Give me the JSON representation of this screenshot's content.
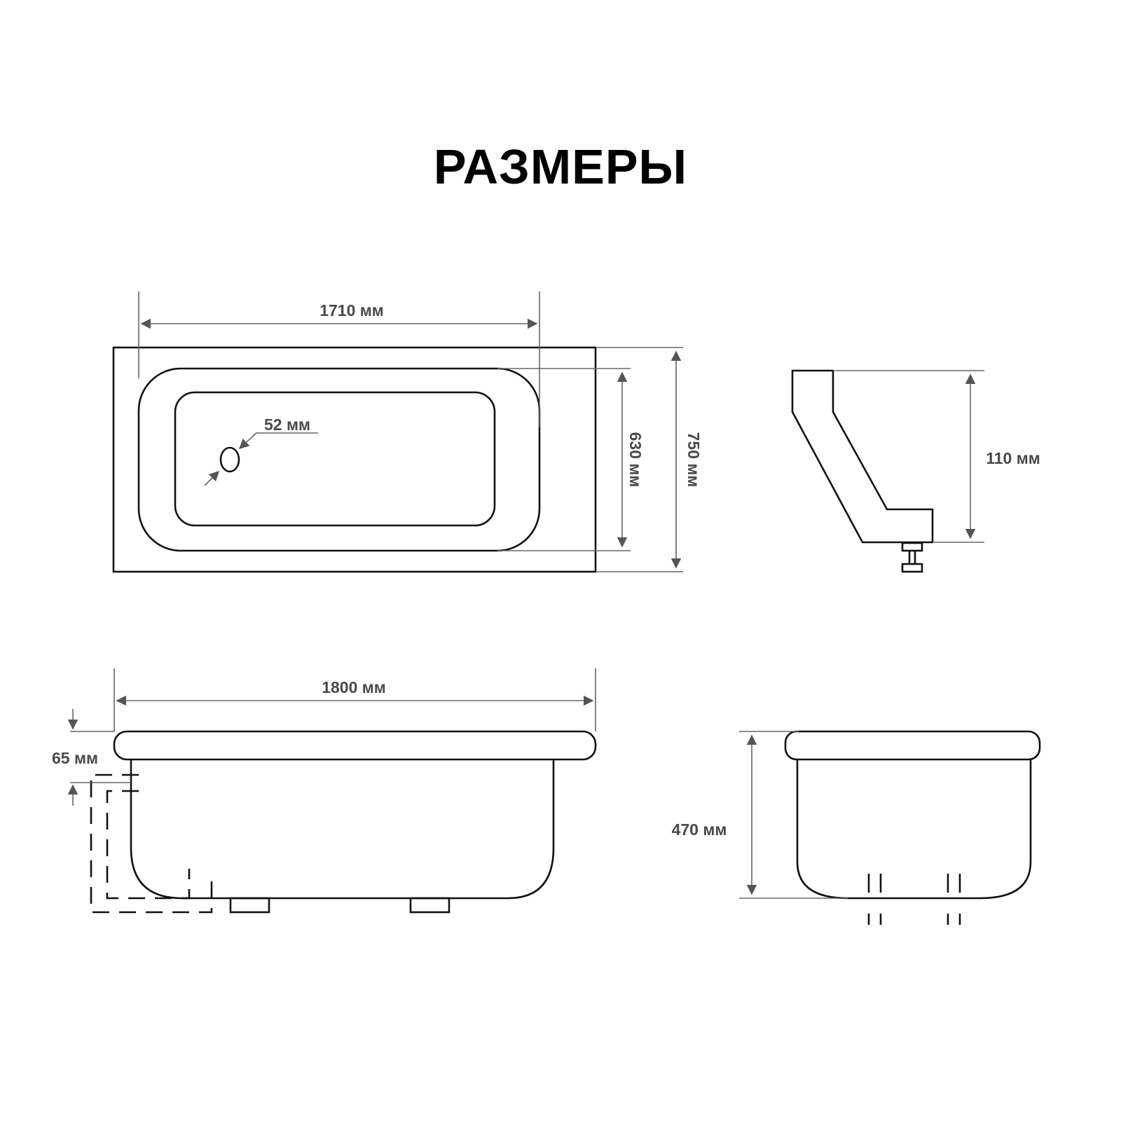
{
  "title": "РАЗМЕРЫ",
  "top_view": {
    "inner_length": "1710 мм",
    "drain_diameter": "52 мм",
    "inner_width": "630 мм",
    "outer_width": "750 мм"
  },
  "leg_view": {
    "leg_height": "110 мм"
  },
  "side_view": {
    "total_length": "1800 мм",
    "rim_offset": "65 мм"
  },
  "end_view": {
    "height": "470 мм"
  },
  "colors": {
    "outline": "#111111",
    "dimension": "#666666",
    "label": "#4a4a4a"
  }
}
